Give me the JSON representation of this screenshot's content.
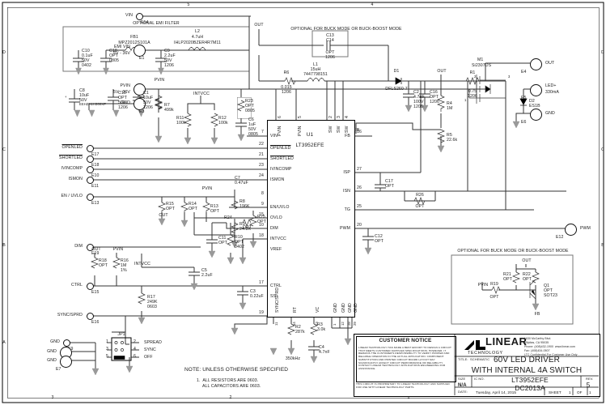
{
  "sheet": {
    "note_title": "NOTE: UNLESS OTHERWISE SPECIFIED",
    "note_1": "1.  ALL RESISTORS ARE 0603.",
    "note_2": "ALL CAPACITORS ARE 0603."
  },
  "sections": {
    "emi_filter": "OPTIONAL EMI FILTER",
    "buck_top": "OPTIONAL FOR BUCK MODE OR BUCK-BOOST MODE",
    "buck_bottom": "OPTIONAL FOR BUCK MODE OR BUCK-BOOST MODE"
  },
  "terminals_left": [
    {
      "id": "E14",
      "label": "VIN",
      "sub": ""
    },
    {
      "id": "E1",
      "label": "EMI VIN",
      "sub": "5V - 36V"
    },
    {
      "id": "E2",
      "label": "PVIN",
      "sub": "5V - 36V"
    },
    {
      "id": "E3",
      "label": "GND",
      "sub": ""
    },
    {
      "id": "E17",
      "label": "OPENLED",
      "sub": "",
      "overline": true
    },
    {
      "id": "E18",
      "label": "SHORTLED",
      "sub": "",
      "overline": true
    },
    {
      "id": "E10",
      "label": "IVINCOMP",
      "sub": ""
    },
    {
      "id": "E11",
      "label": "ISMON",
      "sub": ""
    },
    {
      "id": "E13",
      "label": "EN / UVLO",
      "sub": ""
    },
    {
      "id": "E19",
      "label": "DIM",
      "sub": ""
    },
    {
      "id": "E15",
      "label": "CTRL",
      "sub": ""
    },
    {
      "id": "E16",
      "label": "SYNC/SPRD",
      "sub": ""
    },
    {
      "id": "E9",
      "label": "GND",
      "sub": ""
    },
    {
      "id": "E8",
      "label": "GND",
      "sub": ""
    },
    {
      "id": "E7",
      "label": "GND",
      "sub": ""
    }
  ],
  "terminals_right": [
    {
      "id": "E4",
      "label": "OUT",
      "sub": ""
    },
    {
      "id": "E5",
      "label": "LED+",
      "sub": "330mA"
    },
    {
      "id": "E6",
      "label": "GND",
      "sub": ""
    },
    {
      "id": "E12",
      "label": "PWM",
      "sub": ""
    }
  ],
  "ic": {
    "ref": "U1",
    "part": "LT3952EFE",
    "pins_left": [
      {
        "num": "7",
        "name": "VIN"
      },
      {
        "num": "22",
        "name": "OPENLED"
      },
      {
        "num": "21",
        "name": "SHORTLED"
      },
      {
        "num": "23",
        "name": "IVINCOMP"
      },
      {
        "num": "24",
        "name": "ISMON"
      },
      {
        "num": "8",
        "name": "EN/UVLO"
      },
      {
        "num": "9",
        "name": "OVLO"
      },
      {
        "num": "15",
        "name": "DIM"
      },
      {
        "num": "10",
        "name": "INTVCC"
      },
      {
        "num": "18",
        "name": "VREF"
      },
      {
        "num": "17",
        "name": "CTRL"
      },
      {
        "num": "19",
        "name": "SS"
      }
    ],
    "pins_right": [
      {
        "num": "16",
        "name": "FB"
      },
      {
        "num": "27",
        "name": "ISP"
      },
      {
        "num": "26",
        "name": "ISN"
      },
      {
        "num": "25",
        "name": "TG"
      },
      {
        "num": "20",
        "name": "PWM"
      }
    ],
    "pins_top": [
      {
        "num": "6",
        "name": "PVIN"
      },
      {
        "num": "5",
        "name": "PVIN"
      },
      {
        "num": "2",
        "name": "SW"
      },
      {
        "num": "3",
        "name": "SW"
      },
      {
        "num": "4",
        "name": "SW"
      }
    ],
    "pins_bottom": [
      {
        "num": "11",
        "name": "SYNC/SPRD"
      },
      {
        "num": "14",
        "name": "RT"
      },
      {
        "num": "13",
        "name": "VC"
      },
      {
        "num": "1",
        "name": "GND"
      },
      {
        "num": "12",
        "name": "GND"
      },
      {
        "num": "28",
        "name": "GND"
      },
      {
        "num": "29",
        "name": "GND"
      }
    ]
  },
  "components": [
    {
      "ref": "FB1",
      "value": "MPZ2012S101A"
    },
    {
      "ref": "L2",
      "value": "4.7uH",
      "pn": "IHLP2020BZER4R7M11"
    },
    {
      "ref": "C10",
      "value": "0.1uF",
      "volt": "50V",
      "pkg": "0402"
    },
    {
      "ref": "C18",
      "value": "OPT",
      "pkg": "0805"
    },
    {
      "ref": "C9",
      "value": "2.2uF",
      "volt": "50V",
      "pkg": "1206"
    },
    {
      "ref": "C8",
      "value": "10uF",
      "volt": "50V",
      "pn": "EEHZA1H300XP"
    },
    {
      "ref": "C15",
      "value": "OPT",
      "volt": "50V",
      "pkg": "1206"
    },
    {
      "ref": "C1",
      "value": "10uF",
      "volt": "50V",
      "pkg": "1206"
    },
    {
      "ref": "R7",
      "value": "499k"
    },
    {
      "ref": "R11",
      "value": "100k"
    },
    {
      "ref": "R12",
      "value": "100k"
    },
    {
      "ref": "R20",
      "value": "OPT",
      "pkg": "0805"
    },
    {
      "ref": "C6",
      "value": "1uF",
      "volt": "50V",
      "pkg": "0805"
    },
    {
      "ref": "R23",
      "value": "OPT",
      "pkg": "0805"
    },
    {
      "ref": "C13",
      "value": ""
    },
    {
      "ref": "C14",
      "value": "OPT",
      "pkg": "1206"
    },
    {
      "ref": "L1",
      "value": "15uH",
      "pn": "7447798151"
    },
    {
      "ref": "R6",
      "value": "0.015",
      "pkg": "1206"
    },
    {
      "ref": "D1",
      "value": "DFLS260-7"
    },
    {
      "ref": "C2",
      "value": "4.7uF",
      "volt": "100V",
      "pkg": "1206"
    },
    {
      "ref": "C16",
      "value": "OPT",
      "pkg": "1206"
    },
    {
      "ref": "R4",
      "value": "1M"
    },
    {
      "ref": "R5",
      "value": "22.6k"
    },
    {
      "ref": "R1",
      "value": "0.75",
      "pkg": "1206"
    },
    {
      "ref": "M1",
      "value": "Si2307DS"
    },
    {
      "ref": "D2",
      "value": "ES1B"
    },
    {
      "ref": "C7",
      "value": "0.47uF"
    },
    {
      "ref": "R15",
      "value": "OPT"
    },
    {
      "ref": "R14",
      "value": "OPT"
    },
    {
      "ref": "R13",
      "value": "OPT"
    },
    {
      "ref": "R8",
      "value": "196K"
    },
    {
      "ref": "R9",
      "value": "24.3K"
    },
    {
      "ref": "R25",
      "value": "OPT"
    },
    {
      "ref": "R24",
      "value": "OPT"
    },
    {
      "ref": "C11",
      "value": "OPT"
    },
    {
      "ref": "R10",
      "value": "OPT",
      "pkg": "0402"
    },
    {
      "ref": "C5",
      "value": "2.2uF"
    },
    {
      "ref": "C3",
      "value": "0.22uF"
    },
    {
      "ref": "R18",
      "value": "OPT"
    },
    {
      "ref": "R16",
      "value": "1M",
      "tol": "1%"
    },
    {
      "ref": "R17",
      "value": "249K",
      "pkg": "0603"
    },
    {
      "ref": "R2",
      "value": "287k"
    },
    {
      "ref": "R3",
      "value": "3.0k"
    },
    {
      "ref": "C4",
      "value": "4.7nF"
    },
    {
      "ref": "C17",
      "value": "OPT"
    },
    {
      "ref": "R26",
      "value": "OPT"
    },
    {
      "ref": "C12",
      "value": "OPT"
    },
    {
      "ref": "R21",
      "value": "OPT"
    },
    {
      "ref": "R22",
      "value": "OPT"
    },
    {
      "ref": "R19",
      "value": "OPT"
    },
    {
      "ref": "Q1",
      "value": "OPT",
      "pkg": "SOT23"
    }
  ],
  "net_labels": [
    "OUT",
    "PVIN",
    "INTVCC",
    "FB",
    "OUT",
    "PVIN",
    "OUT",
    "PVIN",
    "INTVCC",
    "OUT",
    "PVIN",
    "FB"
  ],
  "freq": "350kHz",
  "jumper": {
    "ref": "JP1",
    "pins": [
      "1",
      "2",
      "3",
      "4",
      "5",
      "6"
    ],
    "options": [
      "SPREAD",
      "SYNC",
      "OFF"
    ]
  },
  "title_block": {
    "customer_notice_heading": "CUSTOMER NOTICE",
    "customer_notice_body": "LINEAR TECHNOLOGY HAS MADE A BEST EFFORT TO DESIGN A CIRCUIT THAT MEETS CUSTOMER-SUPPLIED SPECIFICATIONS; HOWEVER, IT REMAINS THE CUSTOMER'S RESPONSIBILITY TO VERIFY PROPER AND RELIABLE OPERATION IN THE ACTUAL APPLICATION.  COMPONENT SUBSTITUTION AND PRINTED CIRCUIT BOARD LAYOUT MAY SIGNIFICANTLY AFFECT CIRCUIT PERFORMANCE OR RELIABILITY.  CONTACT LINEAR TECHNOLOGY APPLICATIONS ENGINEERING FOR ASSISTANCE.",
    "proprietary": "THIS CIRCUIT IS PROPRIETARY TO LINEAR TECHNOLOGY AND SUPPLIED FOR USE WITH LINEAR TECHNOLOGY PARTS.",
    "company_name": "LINEAR",
    "company_sub": "TECHNOLOGY",
    "address_1": "1630 McCarthy Blvd.",
    "address_2": "Milpitas, CA 95035",
    "address_3": "Phone: (408)432-1900  www.linear.com",
    "address_4": "Fax: (408)434-0507",
    "address_5": "LTC Confidential-For Customer Use Only",
    "title_label": "TITLE:  SCHEMATIC",
    "title_line1": "60V LED DRIVER",
    "title_line2": "WITH INTERNAL 4A SWITCH",
    "size_label": "SIZE",
    "size_value": "N/A",
    "icno_label": "IC NO.",
    "icno_value1": "LT3952EFE",
    "icno_value2": "DC2013A",
    "rev_label": "REV.",
    "rev_value": "5",
    "date_label": "DATE:",
    "date_value": "Tuesday, April 14, 2015",
    "sheet_label": "SHEET",
    "sheet_num": "1",
    "sheet_of": "OF",
    "sheet_total": "1"
  },
  "border_marks": {
    "cols": [
      "5",
      "4",
      "3",
      "2",
      "1"
    ],
    "rows": [
      "D",
      "C",
      "B",
      "A"
    ]
  }
}
